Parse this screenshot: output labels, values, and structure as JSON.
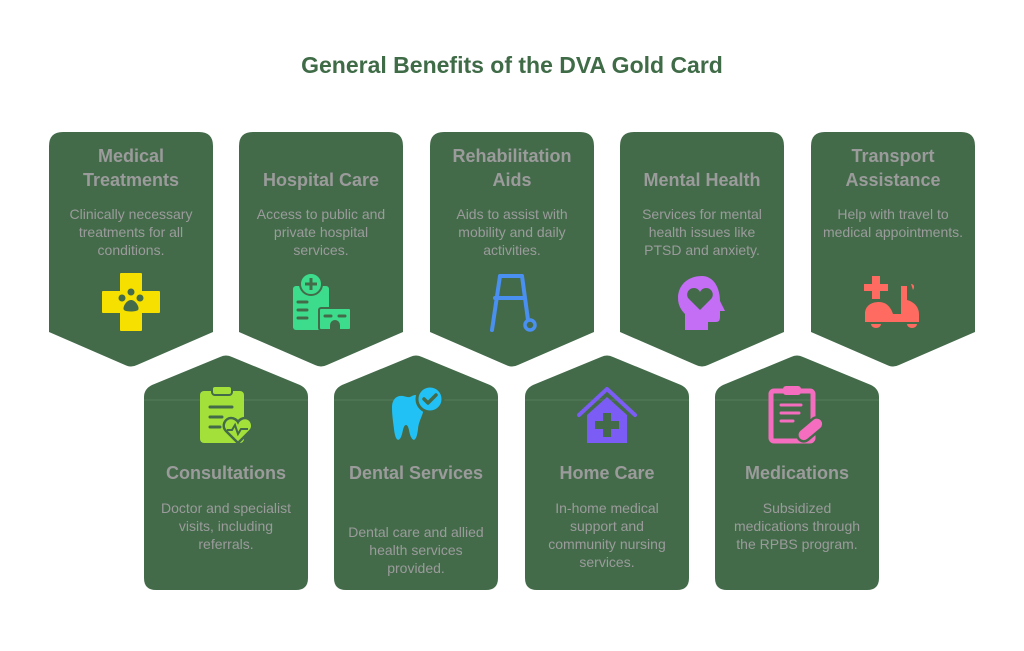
{
  "title": "General Benefits of the DVA Gold Card",
  "colors": {
    "card": "#436b4a",
    "title": "#3f6b47",
    "text": "#9b9b9b"
  },
  "cards": [
    {
      "title": "Medical Treatments",
      "desc": "Clinically necessary treatments for all conditions.",
      "icon": "medical-cross-paw-icon",
      "color": "#f5e000"
    },
    {
      "title": "Hospital Care",
      "desc": "Access to public and private hospital services.",
      "icon": "hospital-icon",
      "color": "#3ddc8c"
    },
    {
      "title": "Rehabilitation Aids",
      "desc": "Aids to assist with mobility and daily activities.",
      "icon": "walker-icon",
      "color": "#4a90f0"
    },
    {
      "title": "Mental Health",
      "desc": "Services for mental health issues like PTSD and anxiety.",
      "icon": "head-heart-icon",
      "color": "#c46df5"
    },
    {
      "title": "Transport Assistance",
      "desc": "Help with travel to medical appointments.",
      "icon": "medical-scooter-icon",
      "color": "#ff6b60"
    },
    {
      "title": "Consultations",
      "desc": "Doctor and specialist visits, including referrals.",
      "icon": "clipboard-heart-icon",
      "color": "#a3e03a"
    },
    {
      "title": "Dental Services",
      "desc": "Dental care and allied health services provided.",
      "icon": "tooth-check-icon",
      "color": "#22c1f5"
    },
    {
      "title": "Home Care",
      "desc": "In-home medical support and community nursing services.",
      "icon": "home-medical-icon",
      "color": "#7b5cf5"
    },
    {
      "title": "Medications",
      "desc": "Subsidized medications through the RPBS program.",
      "icon": "clipboard-pill-icon",
      "color": "#f56dbe"
    }
  ]
}
